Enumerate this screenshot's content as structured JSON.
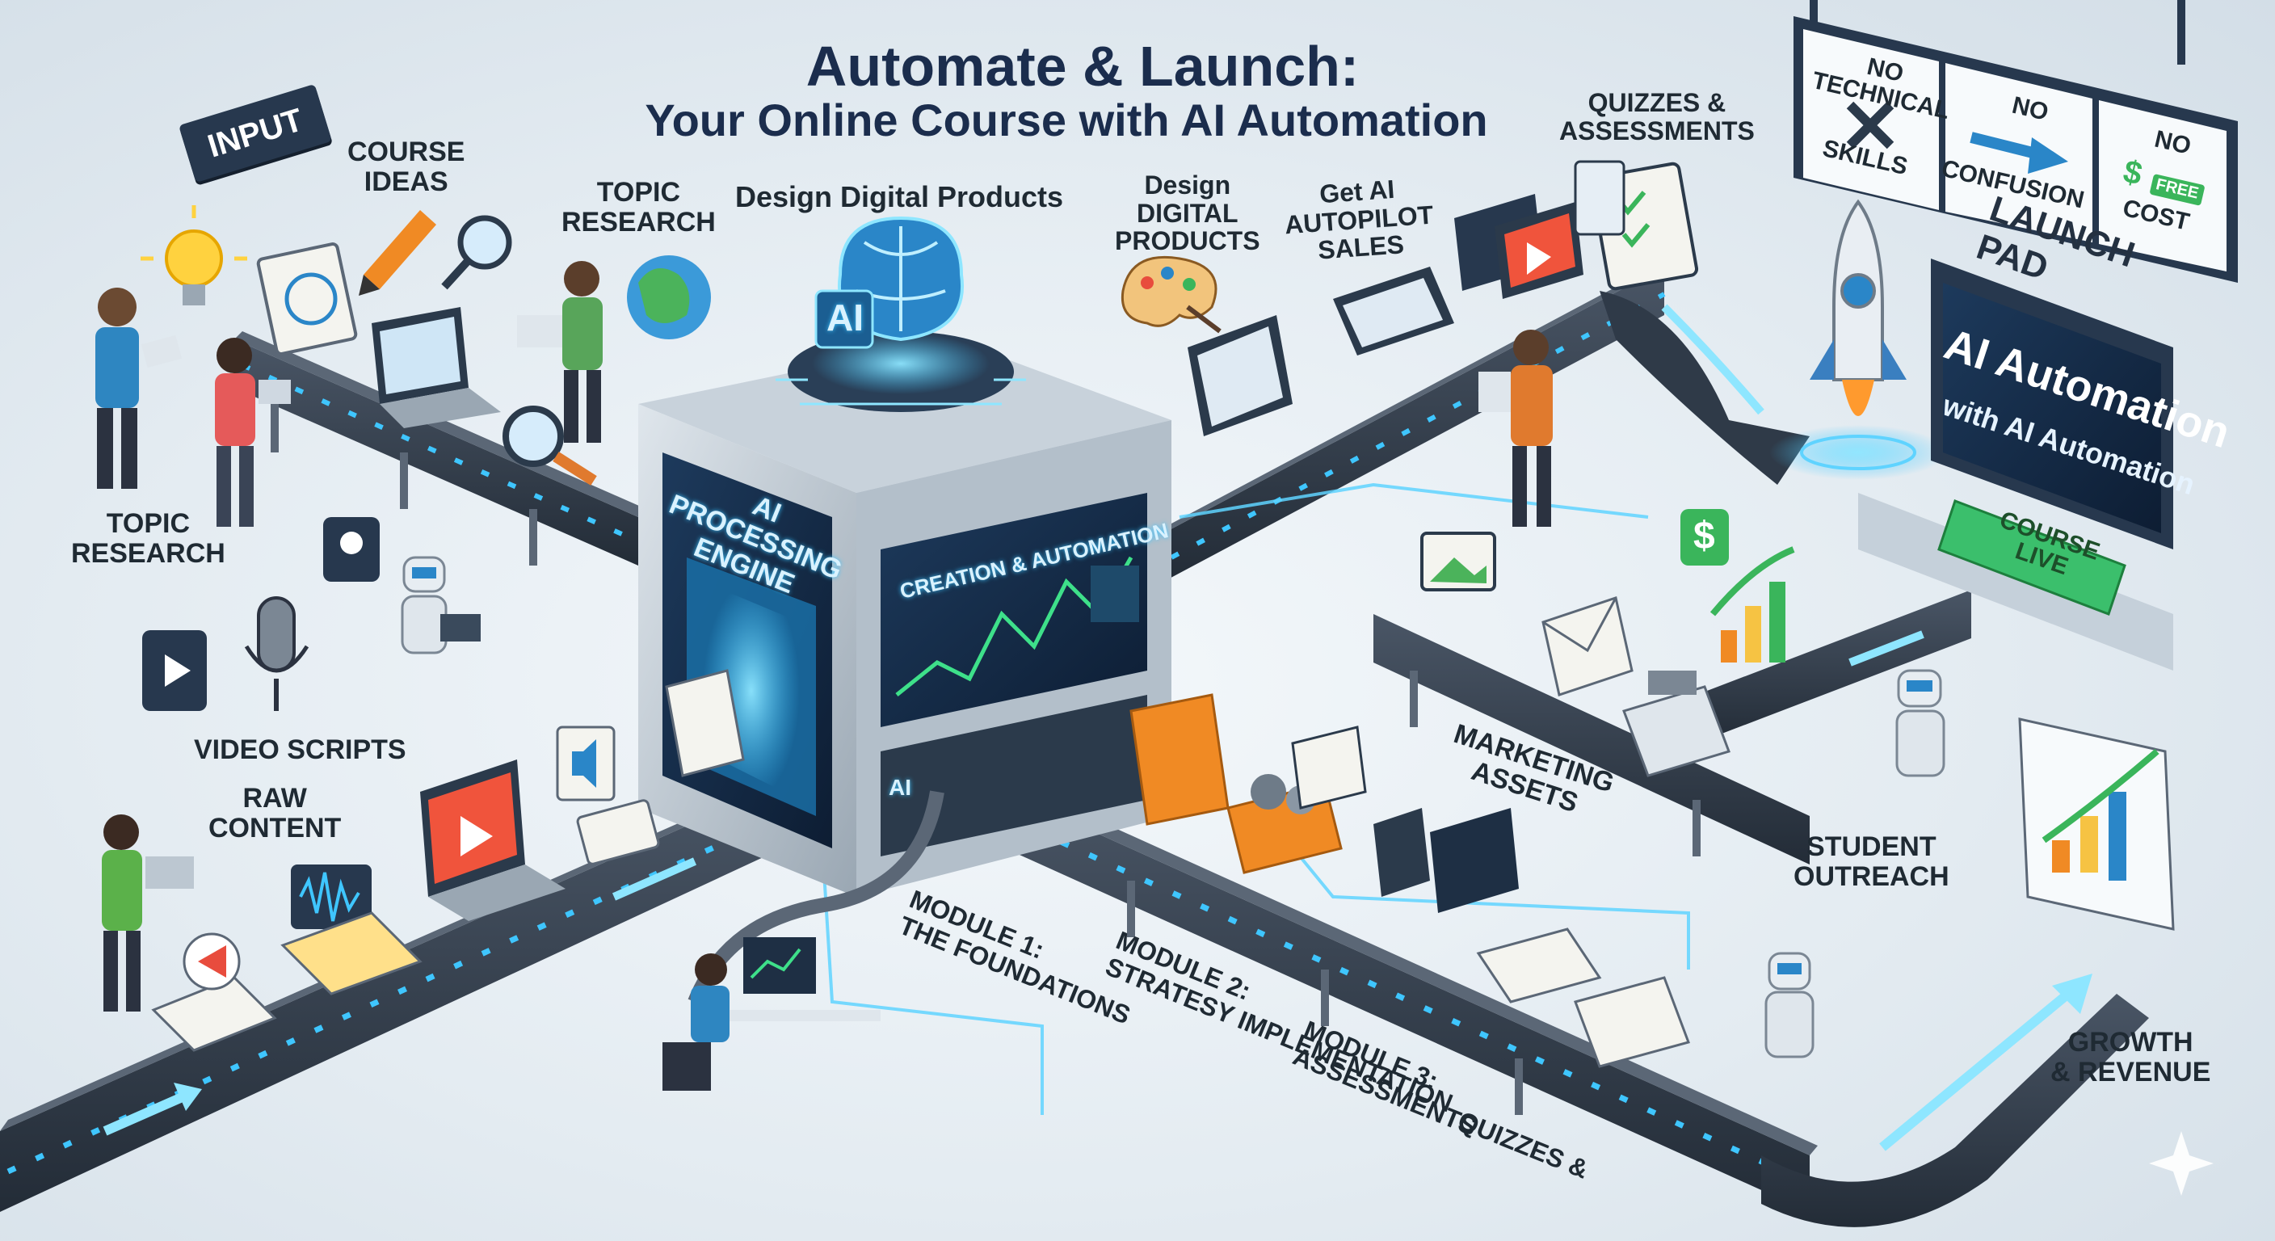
{
  "title": {
    "line1": "Automate & Launch:",
    "line2": "Your Online Course with AI Automation"
  },
  "tags": {
    "input": "INPUT",
    "launch_pad": "LAUNCH PAD"
  },
  "labels": {
    "course_ideas": [
      "COURSE",
      "IDEAS"
    ],
    "topic_research_top": [
      "TOPIC",
      "RESEARCH"
    ],
    "design_digital_products_top": "Design Digital Products",
    "design_digital_products_mid": [
      "Design",
      "DIGITAL",
      "PRODUCTS"
    ],
    "get_ai_autopilot_sales": [
      "Get AI",
      "AUTOPILOT",
      "SALES"
    ],
    "quizzes_assessments_top": [
      "QUIZZES &",
      "ASSESSMENTS"
    ],
    "topic_research_left": [
      "TOPIC",
      "RESEARCH"
    ],
    "video_scripts": "VIDEO SCRIPTS",
    "raw_content": [
      "RAW",
      "CONTENT"
    ],
    "marketing_assets": [
      "MARKETING",
      "ASSETS"
    ],
    "student_outreach": [
      "STUDENT",
      "OUTREACH"
    ],
    "growth_revenue": [
      "GROWTH",
      "& REVENUE"
    ],
    "module_1": [
      "MODULE 1:",
      "THE FOUNDATIONS"
    ],
    "module_2": [
      "MODULE 2:",
      "STRATESY IMPLEMENTATION"
    ],
    "module_3": [
      "MODULE 3:",
      "ASSESSMENTS"
    ],
    "quizzes_bottom": [
      "QUIZZES &"
    ]
  },
  "engine": {
    "chip_label": "AI",
    "front": [
      "AI PROCESSING",
      "ENGINE"
    ],
    "side": "CREATION & AUTOMATION",
    "logo": "AI"
  },
  "sign": {
    "panel1": [
      "NO",
      "TECHNICAL",
      "SKILLS"
    ],
    "panel2": [
      "NO",
      "CONFUSION"
    ],
    "panel3": [
      "NO",
      "COST"
    ],
    "free_tag": "FREE",
    "dollar": "$"
  },
  "launch_screen": {
    "title": "AI Automation",
    "subtitle": "with AI Automation",
    "button": [
      "COURSE",
      "LIVE"
    ]
  },
  "dollar_icon": "$",
  "colors": {
    "belt": "#2f3a48",
    "belt_glow": "#3fc6ff",
    "title": "#1b2d4d",
    "panel_dark": "#27384e",
    "accent_orange": "#f08a24",
    "accent_green": "#2dbb6b"
  }
}
